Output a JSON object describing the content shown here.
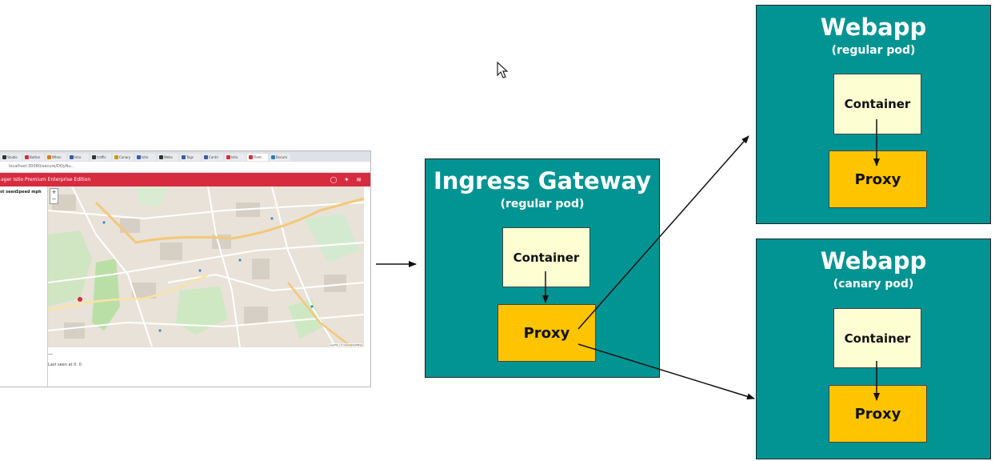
{
  "browser": {
    "tabs": [
      {
        "label": "Studio",
        "fav": "#333333"
      },
      {
        "label": "Button",
        "fav": "#d72b3f"
      },
      {
        "label": "When",
        "fav": "#e07a00"
      },
      {
        "label": "Istio",
        "fav": "#3b5ba5"
      },
      {
        "label": "traffic",
        "fav": "#333333"
      },
      {
        "label": "Canary",
        "fav": "#c1a100"
      },
      {
        "label": "Istio",
        "fav": "#3b5ba5"
      },
      {
        "label": "Webs",
        "fav": "#333333"
      },
      {
        "label": "Tags",
        "fav": "#3b5ba5"
      },
      {
        "label": "Contri",
        "fav": "#3b5ba5"
      },
      {
        "label": "Istio",
        "fav": "#d72b3f"
      },
      {
        "label": "Fleet",
        "fav": "#d72b3f"
      },
      {
        "label": "Docum",
        "fav": "#2c7fb8"
      }
    ],
    "active_tab_index": 11,
    "url": "localhost:30080/secure/DQyNu...",
    "app_title": "ager Istio Premium Enterprise Edition",
    "header_icons": "◯ ✦ ≋",
    "sidebar_headers": [
      "st seen",
      "Speed mph"
    ],
    "zoom_in": "+",
    "zoom_out": "−",
    "map_attribution": "Leaflet | © OpenStreetMap",
    "info_dash": "—",
    "last_seen_text": "Last seen at 0: 0"
  },
  "ingress": {
    "title": "Ingress Gateway",
    "subtitle": "(regular pod)",
    "container_label": "Container",
    "proxy_label": "Proxy"
  },
  "webapp_regular": {
    "title": "Webapp",
    "subtitle": "(regular pod)",
    "container_label": "Container",
    "proxy_label": "Proxy"
  },
  "webapp_canary": {
    "title": "Webapp",
    "subtitle": "(canary pod)",
    "container_label": "Container",
    "proxy_label": "Proxy"
  },
  "colors": {
    "pod": "#029493",
    "container": "#fefed3",
    "proxy": "#fec400",
    "app_header": "#d72b3f"
  }
}
